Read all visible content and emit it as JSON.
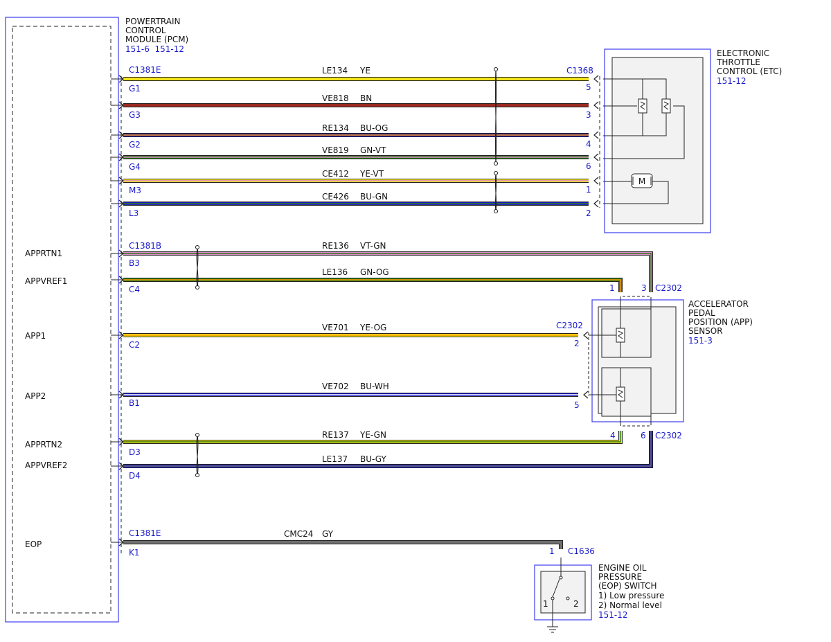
{
  "colors": {
    "YE": "#f5e51a",
    "BN": "#9a2a22",
    "BU": "#1c1cc8",
    "GN": "#2e7d1a",
    "GY": "#6e6e6e",
    "VT": "#dd88cc",
    "OG": "#ff9900",
    "WH": "#ffffff",
    "module_border": "#4a4af0",
    "label_blue": "#1a1acc",
    "box_fill": "#f2f2f2"
  },
  "pcm": {
    "title_lines": [
      "POWERTRAIN",
      "CONTROL",
      "MODULE (PCM)"
    ],
    "refs": "151-6  151-12",
    "pins": [
      "APPRTN1",
      "APPVREF1",
      "APP1",
      "APP2",
      "APPRTN2",
      "APPVREF2",
      "EOP"
    ]
  },
  "connectors": {
    "pcm_e_top": "C1381E",
    "pcm_b": "C1381B",
    "pcm_e_bottom": "C1381E",
    "etc": "C1368",
    "app_top": "C2302",
    "app_mid": "C2302",
    "app_bottom": "C2302",
    "eop": "C1636"
  },
  "etc": {
    "title_lines": [
      "ELECTRONIC",
      "THROTTLE",
      "CONTROL (ETC)"
    ],
    "ref": "151-12",
    "motor_symbol": "M"
  },
  "app": {
    "title_lines": [
      "ACCELERATOR",
      "PEDAL",
      "POSITION (APP)",
      "SENSOR"
    ],
    "ref": "151-3"
  },
  "eop": {
    "title_lines": [
      "ENGINE OIL",
      "PRESSURE",
      "(EOP) SWITCH",
      "1) Low pressure",
      "2) Normal level"
    ],
    "ref": "151-12",
    "pos1": "1",
    "pos2": "2"
  },
  "wires": [
    {
      "circuit": "LE134",
      "color": "YE",
      "pcm_pin": "G1",
      "far_pin": "5"
    },
    {
      "circuit": "VE818",
      "color": "BN",
      "pcm_pin": "G3",
      "far_pin": "3"
    },
    {
      "circuit": "RE134",
      "color": "BU-OG",
      "pcm_pin": "G2",
      "far_pin": "4"
    },
    {
      "circuit": "VE819",
      "color": "GN-VT",
      "pcm_pin": "G4",
      "far_pin": "6"
    },
    {
      "circuit": "CE412",
      "color": "YE-VT",
      "pcm_pin": "M3",
      "far_pin": "1"
    },
    {
      "circuit": "CE426",
      "color": "BU-GN",
      "pcm_pin": "L3",
      "far_pin": "2"
    },
    {
      "circuit": "RE136",
      "color": "VT-GN",
      "pcm_pin": "B3",
      "far_pin": "3"
    },
    {
      "circuit": "LE136",
      "color": "GN-OG",
      "pcm_pin": "C4",
      "far_pin": "1"
    },
    {
      "circuit": "VE701",
      "color": "YE-OG",
      "pcm_pin": "C2",
      "far_pin": "2"
    },
    {
      "circuit": "VE702",
      "color": "BU-WH",
      "pcm_pin": "B1",
      "far_pin": "5"
    },
    {
      "circuit": "RE137",
      "color": "YE-GN",
      "pcm_pin": "D3",
      "far_pin": "4"
    },
    {
      "circuit": "LE137",
      "color": "BU-GY",
      "pcm_pin": "D4",
      "far_pin": "6"
    },
    {
      "circuit": "CMC24",
      "color": "GY",
      "pcm_pin": "K1",
      "far_pin": "1"
    }
  ]
}
